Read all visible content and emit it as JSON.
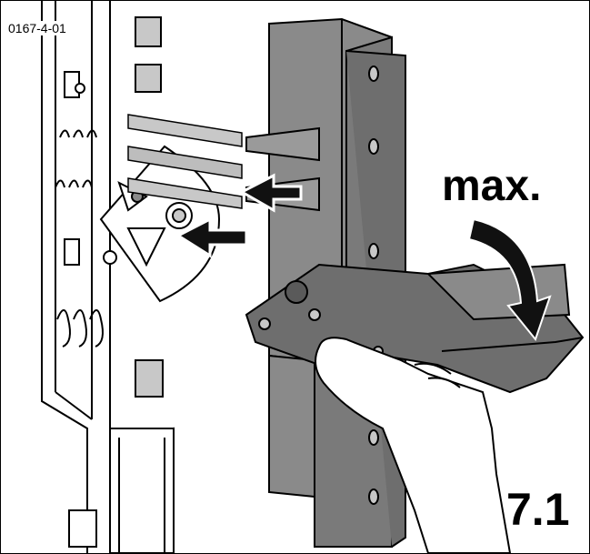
{
  "figure": {
    "code": "0167-4-01",
    "max_label": "max.",
    "step": "7.1"
  },
  "colors": {
    "outline": "#000000",
    "light_gray": "#c8c8c8",
    "mid_gray": "#8a8a8a",
    "dark_gray": "#5a5a5a",
    "arrow": "#111111"
  }
}
